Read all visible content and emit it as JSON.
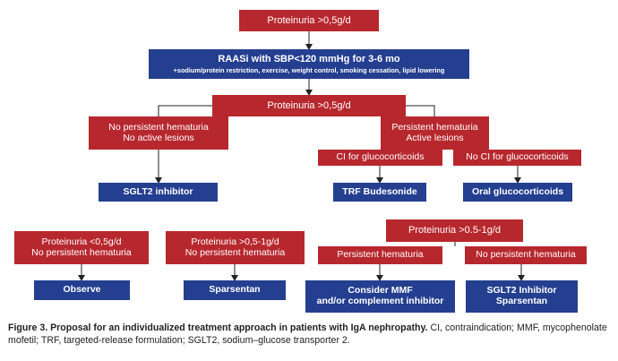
{
  "colors": {
    "red": "#b7282e",
    "blue": "#243f8f",
    "arrow": "#222222"
  },
  "nodes": {
    "top_proteinuria": "Proteinuria >0,5g/d",
    "raasi_title": "RAASi with SBP<120 mmHg for 3-6 mo",
    "raasi_sub": "+sodium/protein restriction, exercise, weight control, smoking cessation, lipid lowering",
    "second_proteinuria": "Proteinuria >0,5g/d",
    "no_hematuria_l1": "No persistent hematuria",
    "no_hematuria_l2": "No active lesions",
    "hematuria_l1": "Persistent hematuria",
    "hematuria_l2": "Active lesions",
    "ci_gluco": "CI for glucocorticoids",
    "no_ci_gluco": "No CI for glucocorticoids",
    "sglt2": "SGLT2 inhibitor",
    "trf_budesonide": "TRF Budesonide",
    "oral_gluco": "Oral glucocorticoids",
    "low_prot_l1": "Proteinuria <0,5g/d",
    "low_prot_l2": "No persistent hematuria",
    "mid_prot_l1": "Proteinuria >0,5-1g/d",
    "mid_prot_l2": "No persistent hematuria",
    "observe": "Observe",
    "sparsentan": "Sparsentan",
    "right_prot": "Proteinuria >0.5-1g/d",
    "persistent_hematuria": "Persistent hematuria",
    "no_persistent_hematuria": "No persistent hematuria",
    "mmf_l1": "Consider MMF",
    "mmf_l2": "and/or complement inhibitor",
    "sglt2_sparsentan_l1": "SGLT2 Inhibitor",
    "sglt2_sparsentan_l2": "Sparsentan"
  },
  "caption": {
    "bold": "Figure 3. Proposal for an individualized treatment approach in patients with IgA nephropathy.",
    "rest": " CI, contraindication; MMF, mycophenolate mofetil; TRF, targeted-release formulation; SGLT2, sodium–glucose transporter 2."
  }
}
